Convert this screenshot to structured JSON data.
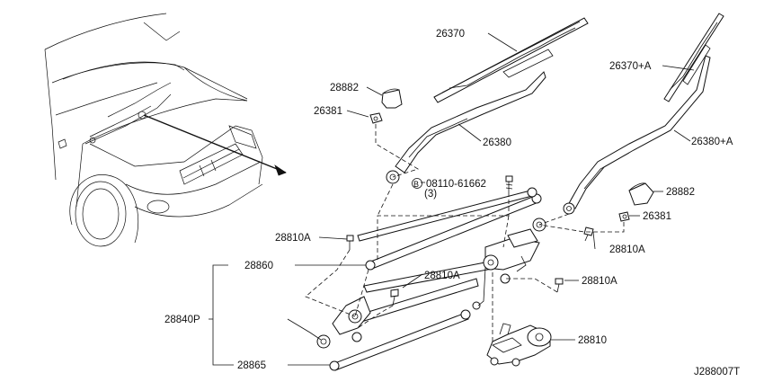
{
  "diagram_code": "J288007T",
  "labels": {
    "blade_left": "26370",
    "blade_right": "26370+A",
    "arm_left": "26380",
    "arm_right": "26380+A",
    "cap_left": "28882",
    "cap_right": "28882",
    "nut_left": "26381",
    "nut_right": "26381",
    "bolt_ref_code": "08110-61662",
    "bolt_ref_qty": "(3)",
    "bolt_ref_symbol": "B",
    "bolt_left": "28810A",
    "bolt_right_upper": "28810A",
    "bolt_center": "28810A",
    "bolt_right_lower": "28810A",
    "link_upper": "28860",
    "linkage_assy": "28840P",
    "link_lower": "28865",
    "motor": "28810"
  }
}
